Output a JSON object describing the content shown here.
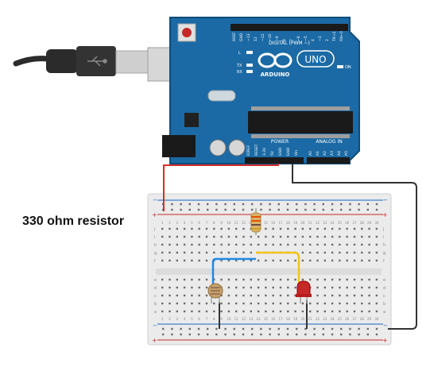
{
  "annotation": {
    "label": "330 ohm resistor"
  },
  "arduino": {
    "brand": "ARDUINO",
    "model": "UNO",
    "digital_header_title": "DIGITAL (PWM ~)",
    "digital_pins": [
      "AREF",
      "GND",
      "~13",
      "12",
      "~11",
      "~10",
      "~9",
      "8",
      "7",
      "~6",
      "~5",
      "4",
      "~3",
      "2",
      "TX→1",
      "RX←0"
    ],
    "power_header_title": "POWER",
    "power_pins": [
      "IOREF",
      "RESET",
      "3.3V",
      "5V",
      "GND",
      "GND",
      "Vin"
    ],
    "analog_header_title": "ANALOG IN",
    "analog_pins": [
      "A0",
      "A1",
      "A2",
      "A3",
      "A4",
      "A5"
    ],
    "led_labels": [
      "L",
      "TX",
      "RX"
    ],
    "on_label": "ON"
  },
  "breadboard": {
    "rail_plus": "+",
    "rail_minus": "−",
    "row_letters_top": [
      "j",
      "i",
      "h",
      "g",
      "f"
    ],
    "row_letters_bottom": [
      "e",
      "d",
      "c",
      "b",
      "a"
    ],
    "column_numbers": [
      "1",
      "2",
      "3",
      "4",
      "5",
      "6",
      "7",
      "8",
      "9",
      "10",
      "11",
      "12",
      "13",
      "14",
      "15",
      "16",
      "17",
      "18",
      "19",
      "20",
      "21",
      "22",
      "23",
      "24",
      "25",
      "26",
      "27",
      "28",
      "29",
      "30"
    ]
  },
  "wires": {
    "power_5v": "#d32f2f",
    "ground": "#333333",
    "photoresistor_link": "#1e88e5",
    "led_link": "#f2c418"
  },
  "components": {
    "usb_cable_color": "#2b2b2b",
    "resistor_body_color": "#d9b36c",
    "led_color": "#c62828",
    "photoresistor_color": "#c8a06a"
  }
}
